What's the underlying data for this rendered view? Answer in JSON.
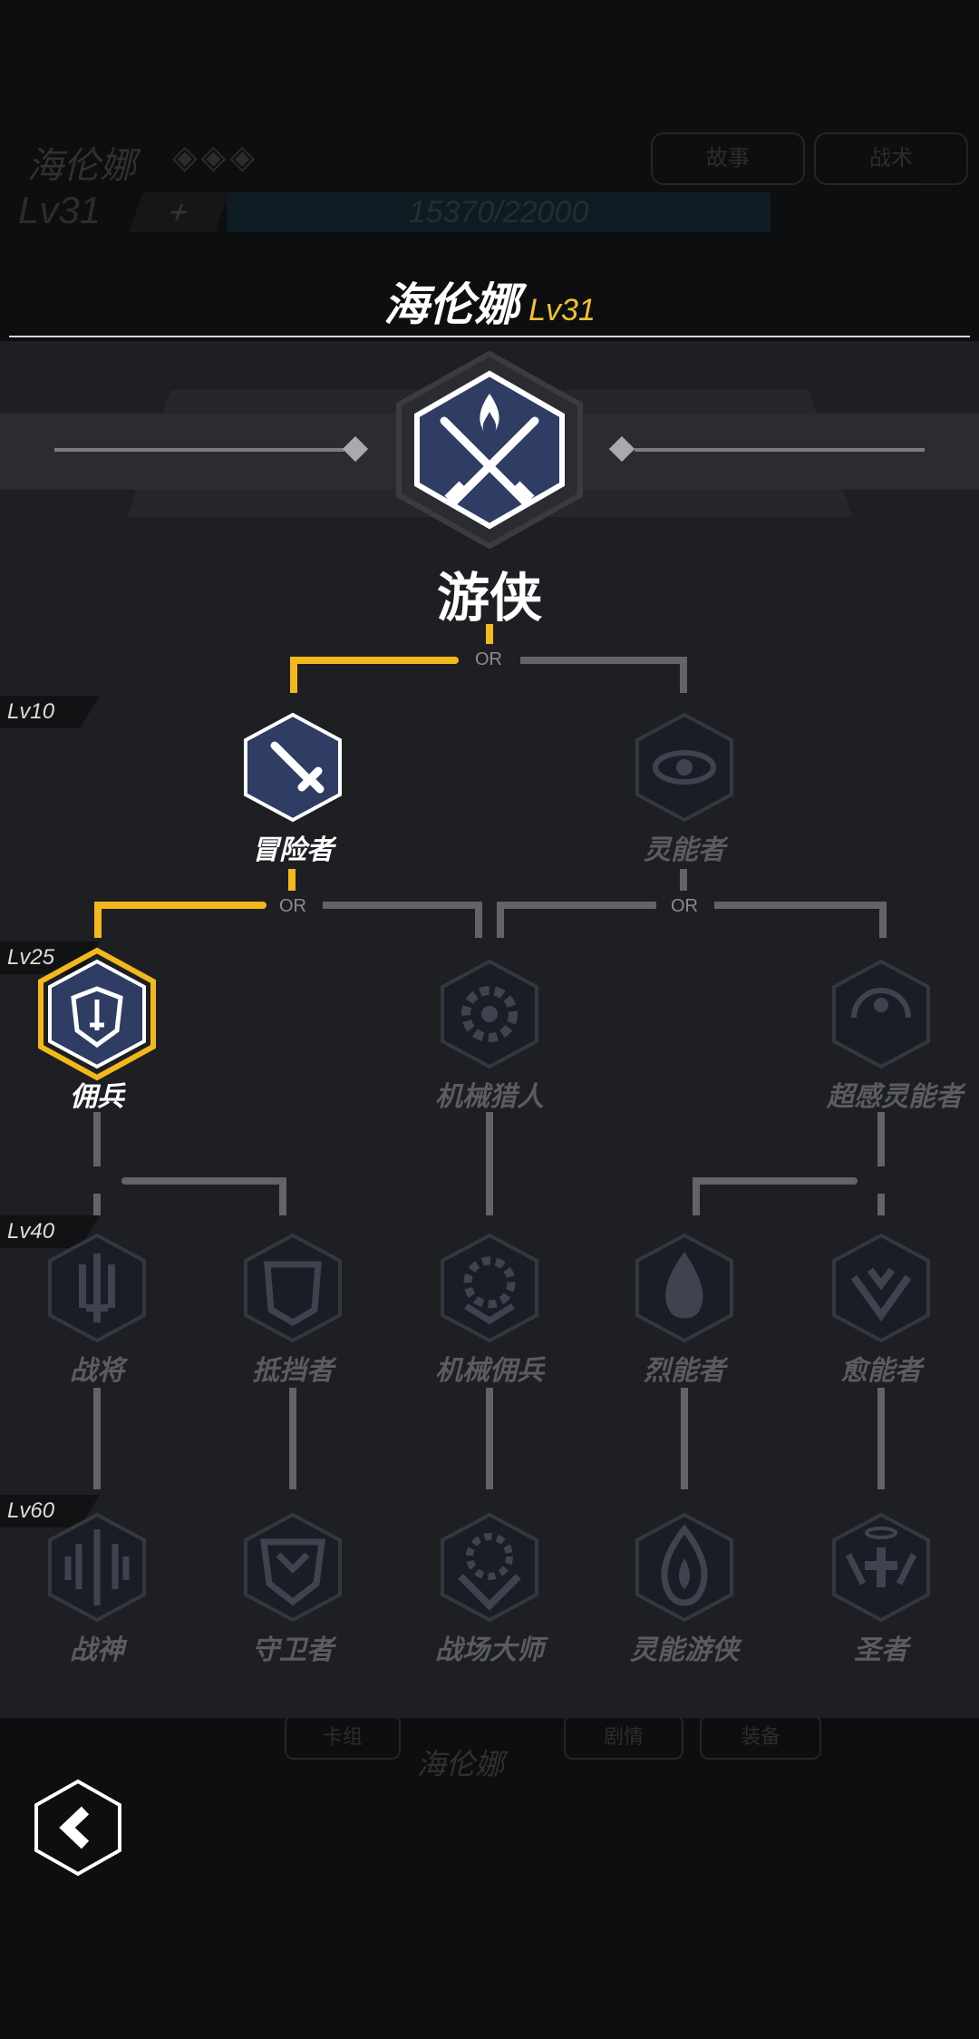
{
  "background": {
    "character_name": "海伦娜",
    "level": "Lv31",
    "plus_label": "+",
    "exp": "15370/22000",
    "story_button": "故事",
    "tactics_button": "战术",
    "bottom_tabs": [
      "卡组",
      "剧情",
      "装备"
    ],
    "bottom_name": "海伦娜"
  },
  "header": {
    "name": "海伦娜",
    "level": "Lv31"
  },
  "root": {
    "label": "游侠"
  },
  "or_label": "OR",
  "levels": [
    "Lv10",
    "Lv25",
    "Lv40",
    "Lv60"
  ],
  "tier10": [
    {
      "label": "冒险者",
      "icon": "sword-icon",
      "unlocked": true
    },
    {
      "label": "灵能者",
      "icon": "eye-icon",
      "unlocked": false
    }
  ],
  "tier25": [
    {
      "label": "佣兵",
      "icon": "shield-sword-icon",
      "unlocked": true,
      "selected": true
    },
    {
      "label": "机械猎人",
      "icon": "gear-icon",
      "unlocked": false
    },
    {
      "label": "超感灵能者",
      "icon": "psychic-eye-icon",
      "unlocked": false
    }
  ],
  "tier40": [
    {
      "label": "战将",
      "icon": "warlord-icon",
      "unlocked": false
    },
    {
      "label": "抵挡者",
      "icon": "shield-icon",
      "unlocked": false
    },
    {
      "label": "机械佣兵",
      "icon": "gear-target-icon",
      "unlocked": false
    },
    {
      "label": "烈能者",
      "icon": "flame-icon",
      "unlocked": false
    },
    {
      "label": "愈能者",
      "icon": "heal-icon",
      "unlocked": false
    }
  ],
  "tier60": [
    {
      "label": "战神",
      "icon": "war-god-icon",
      "unlocked": false
    },
    {
      "label": "守卫者",
      "icon": "guardian-icon",
      "unlocked": false
    },
    {
      "label": "战场大师",
      "icon": "battlemaster-icon",
      "unlocked": false
    },
    {
      "label": "灵能游侠",
      "icon": "psi-ranger-icon",
      "unlocked": false
    },
    {
      "label": "圣者",
      "icon": "saint-icon",
      "unlocked": false
    }
  ],
  "colors": {
    "accent": "#f2b81c",
    "level_text": "#f2c230",
    "unlocked_fill": "#2f3d64",
    "locked_fill": "#1a1d26",
    "line": "#62646a"
  }
}
